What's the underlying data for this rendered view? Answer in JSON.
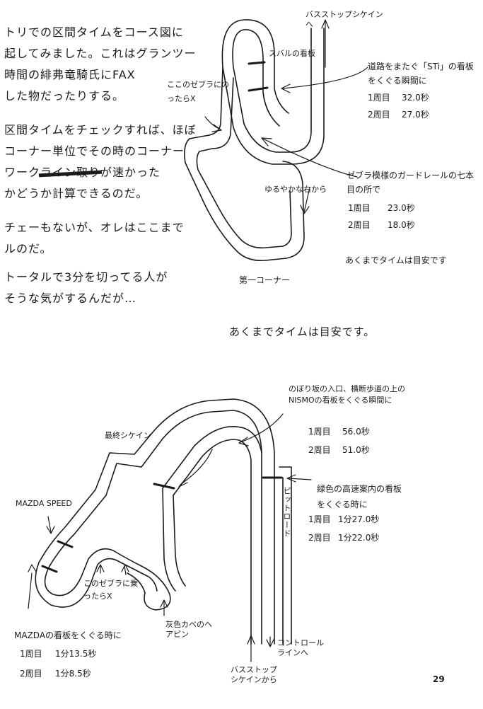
{
  "intro": {
    "lines": [
      "トリでの区間タイムをコース図に",
      "起してみました。これはグランツー",
      "時間の緋弗竜騎氏にFAX",
      "した物だったりする。",
      "区間タイムをチェックすれば、ほぼ",
      "コーナー単位でその時のコーナー",
      "ワーク",
      "が速かった",
      "かどうか計算できるのだ。",
      "チェーもないが、オレはここまで",
      "ルのだ。",
      "トータルで3分を切ってる人が",
      "そうな気がするんだが…"
    ],
    "struck_text": "ライン取り"
  },
  "map1": {
    "labels": {
      "bus_stop": "バスストップシケインへ",
      "subaru_board": "スバルの看板",
      "sti_note": "道路をまたぐ「STi」の看板をくぐる瞬間に",
      "zebra_note": "ここのゼブラにのったらX",
      "guardrail_note": "ゼブラ模様のガードレールの七本目の所で",
      "gentle_right": "ゆるやかな右から",
      "first_corner": "第一コーナー",
      "disclaimer_small": "あくまでタイムは目安です"
    },
    "sti_times": [
      {
        "lap": "1周目",
        "time": "32.0秒"
      },
      {
        "lap": "2周目",
        "time": "27.0秒"
      }
    ],
    "guardrail_times": [
      {
        "lap": "1周目",
        "time": "23.0秒"
      },
      {
        "lap": "2周目",
        "time": "18.0秒"
      }
    ]
  },
  "disclaimer": "あくまでタイムは目安です。",
  "map2": {
    "labels": {
      "nismo_note": "のぼり坂の入口、横断歩道の上のNISMOの看板をくぐる瞬間に",
      "final_chicane": "最終シケイン",
      "green_note": "緑色の高速案内の看板をくぐる時に",
      "pit_road": "ピットロード",
      "mazda_speed": "MAZDA SPEED",
      "zebra_note": "このゼブラに乗ったらX",
      "hairpin": "灰色カベのヘアピン",
      "mazda_note": "MAZDAの看板をくぐる時に",
      "control_line": "コントロールラインへ",
      "from_bus_stop": "バスストップシケインから"
    },
    "nismo_times": [
      {
        "lap": "1周目",
        "time": "56.0秒"
      },
      {
        "lap": "2周目",
        "time": "51.0秒"
      }
    ],
    "green_times": [
      {
        "lap": "1周目",
        "time": "1分27.0秒"
      },
      {
        "lap": "2周目",
        "time": "1分22.0秒"
      }
    ],
    "mazda_times": [
      {
        "lap": "1周目",
        "time": "1分13.5秒"
      },
      {
        "lap": "2周目",
        "time": "1分8.5秒"
      }
    ]
  },
  "page_number": "29",
  "icons": {
    "arrow": "arrow-icon",
    "timing_mark": "timing-line-icon"
  },
  "colors": {
    "ink": "#1a1a1a",
    "paper": "#ffffff"
  }
}
